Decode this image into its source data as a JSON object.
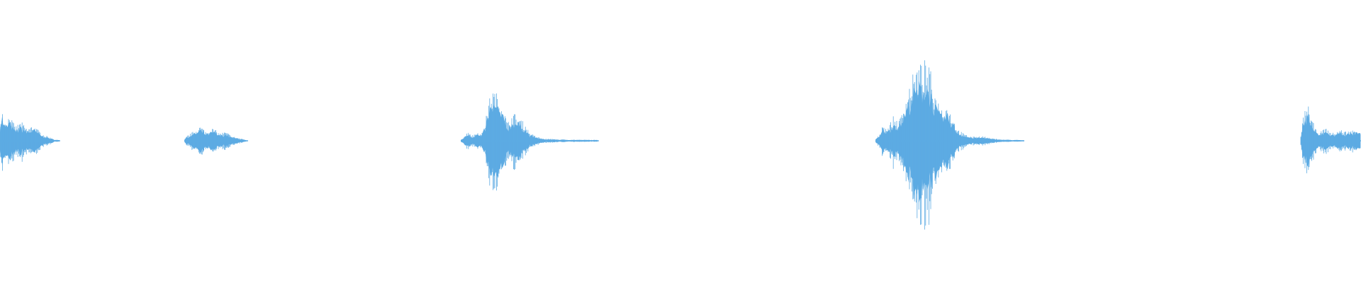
{
  "waveform": {
    "color": "#5dabe3",
    "background": "#ffffff",
    "clips": [
      {
        "id": "clip-1",
        "start_s": 0.0,
        "end_s": 0.85,
        "peak": 0.42
      },
      {
        "id": "clip-2",
        "start_s": 2.6,
        "end_s": 3.5,
        "peak": 0.18
      },
      {
        "id": "clip-3",
        "start_s": 6.5,
        "end_s": 8.45,
        "peak": 0.62
      },
      {
        "id": "clip-4",
        "start_s": 12.35,
        "end_s": 14.45,
        "peak": 0.96
      },
      {
        "id": "clip-5",
        "start_s": 18.35,
        "end_s": 19.2,
        "peak": 0.45
      }
    ]
  }
}
